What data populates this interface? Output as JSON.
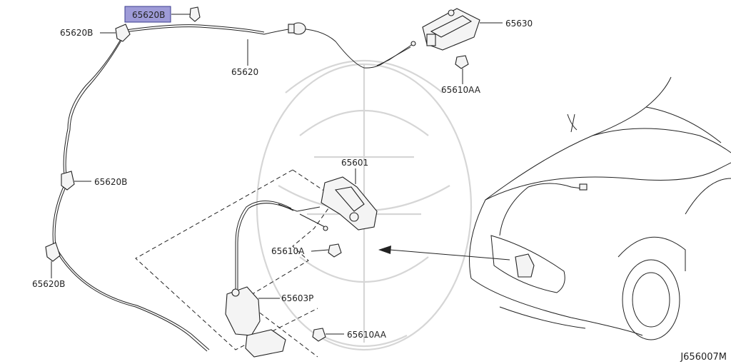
{
  "labels": {
    "highlighted_part": "65620B",
    "clip_top_left": "65620B",
    "cable": "65620",
    "hood_lock": "65630",
    "bolt_top": "65610AA",
    "clip_mid": "65620B",
    "clip_bottom": "65620B",
    "hood_latch": "65601",
    "bolt_latch": "65610A",
    "release_handle": "65603P",
    "bolt_handle": "65610AA"
  },
  "diagram_code": "J656007M",
  "colors": {
    "highlight_fill": "#9e9bd7",
    "highlight_border": "#3b3b8f",
    "line": "#222222",
    "watermark": "#d6d6d6"
  }
}
